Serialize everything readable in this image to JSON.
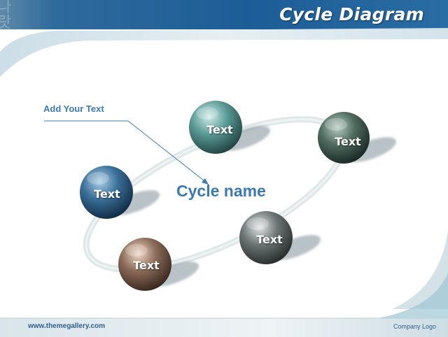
{
  "header": {
    "title": "Cycle Diagram"
  },
  "diagram": {
    "callout_text": "Add Your Text",
    "center_label": "Cycle name",
    "nodes": [
      {
        "label": "Text",
        "color": "#5a9a96"
      },
      {
        "label": "Text",
        "color": "#4f6b60"
      },
      {
        "label": "Text",
        "color": "#3a6f98"
      },
      {
        "label": "Text",
        "color": "#6c7474"
      },
      {
        "label": "Text",
        "color": "#8a6a58"
      }
    ]
  },
  "footer": {
    "url": "www.themegallery.com",
    "logo": "Company Logo"
  },
  "colors": {
    "header_blue": "#1f5f99",
    "accent_text": "#3a78b8",
    "ring": "#dbe4e6"
  }
}
